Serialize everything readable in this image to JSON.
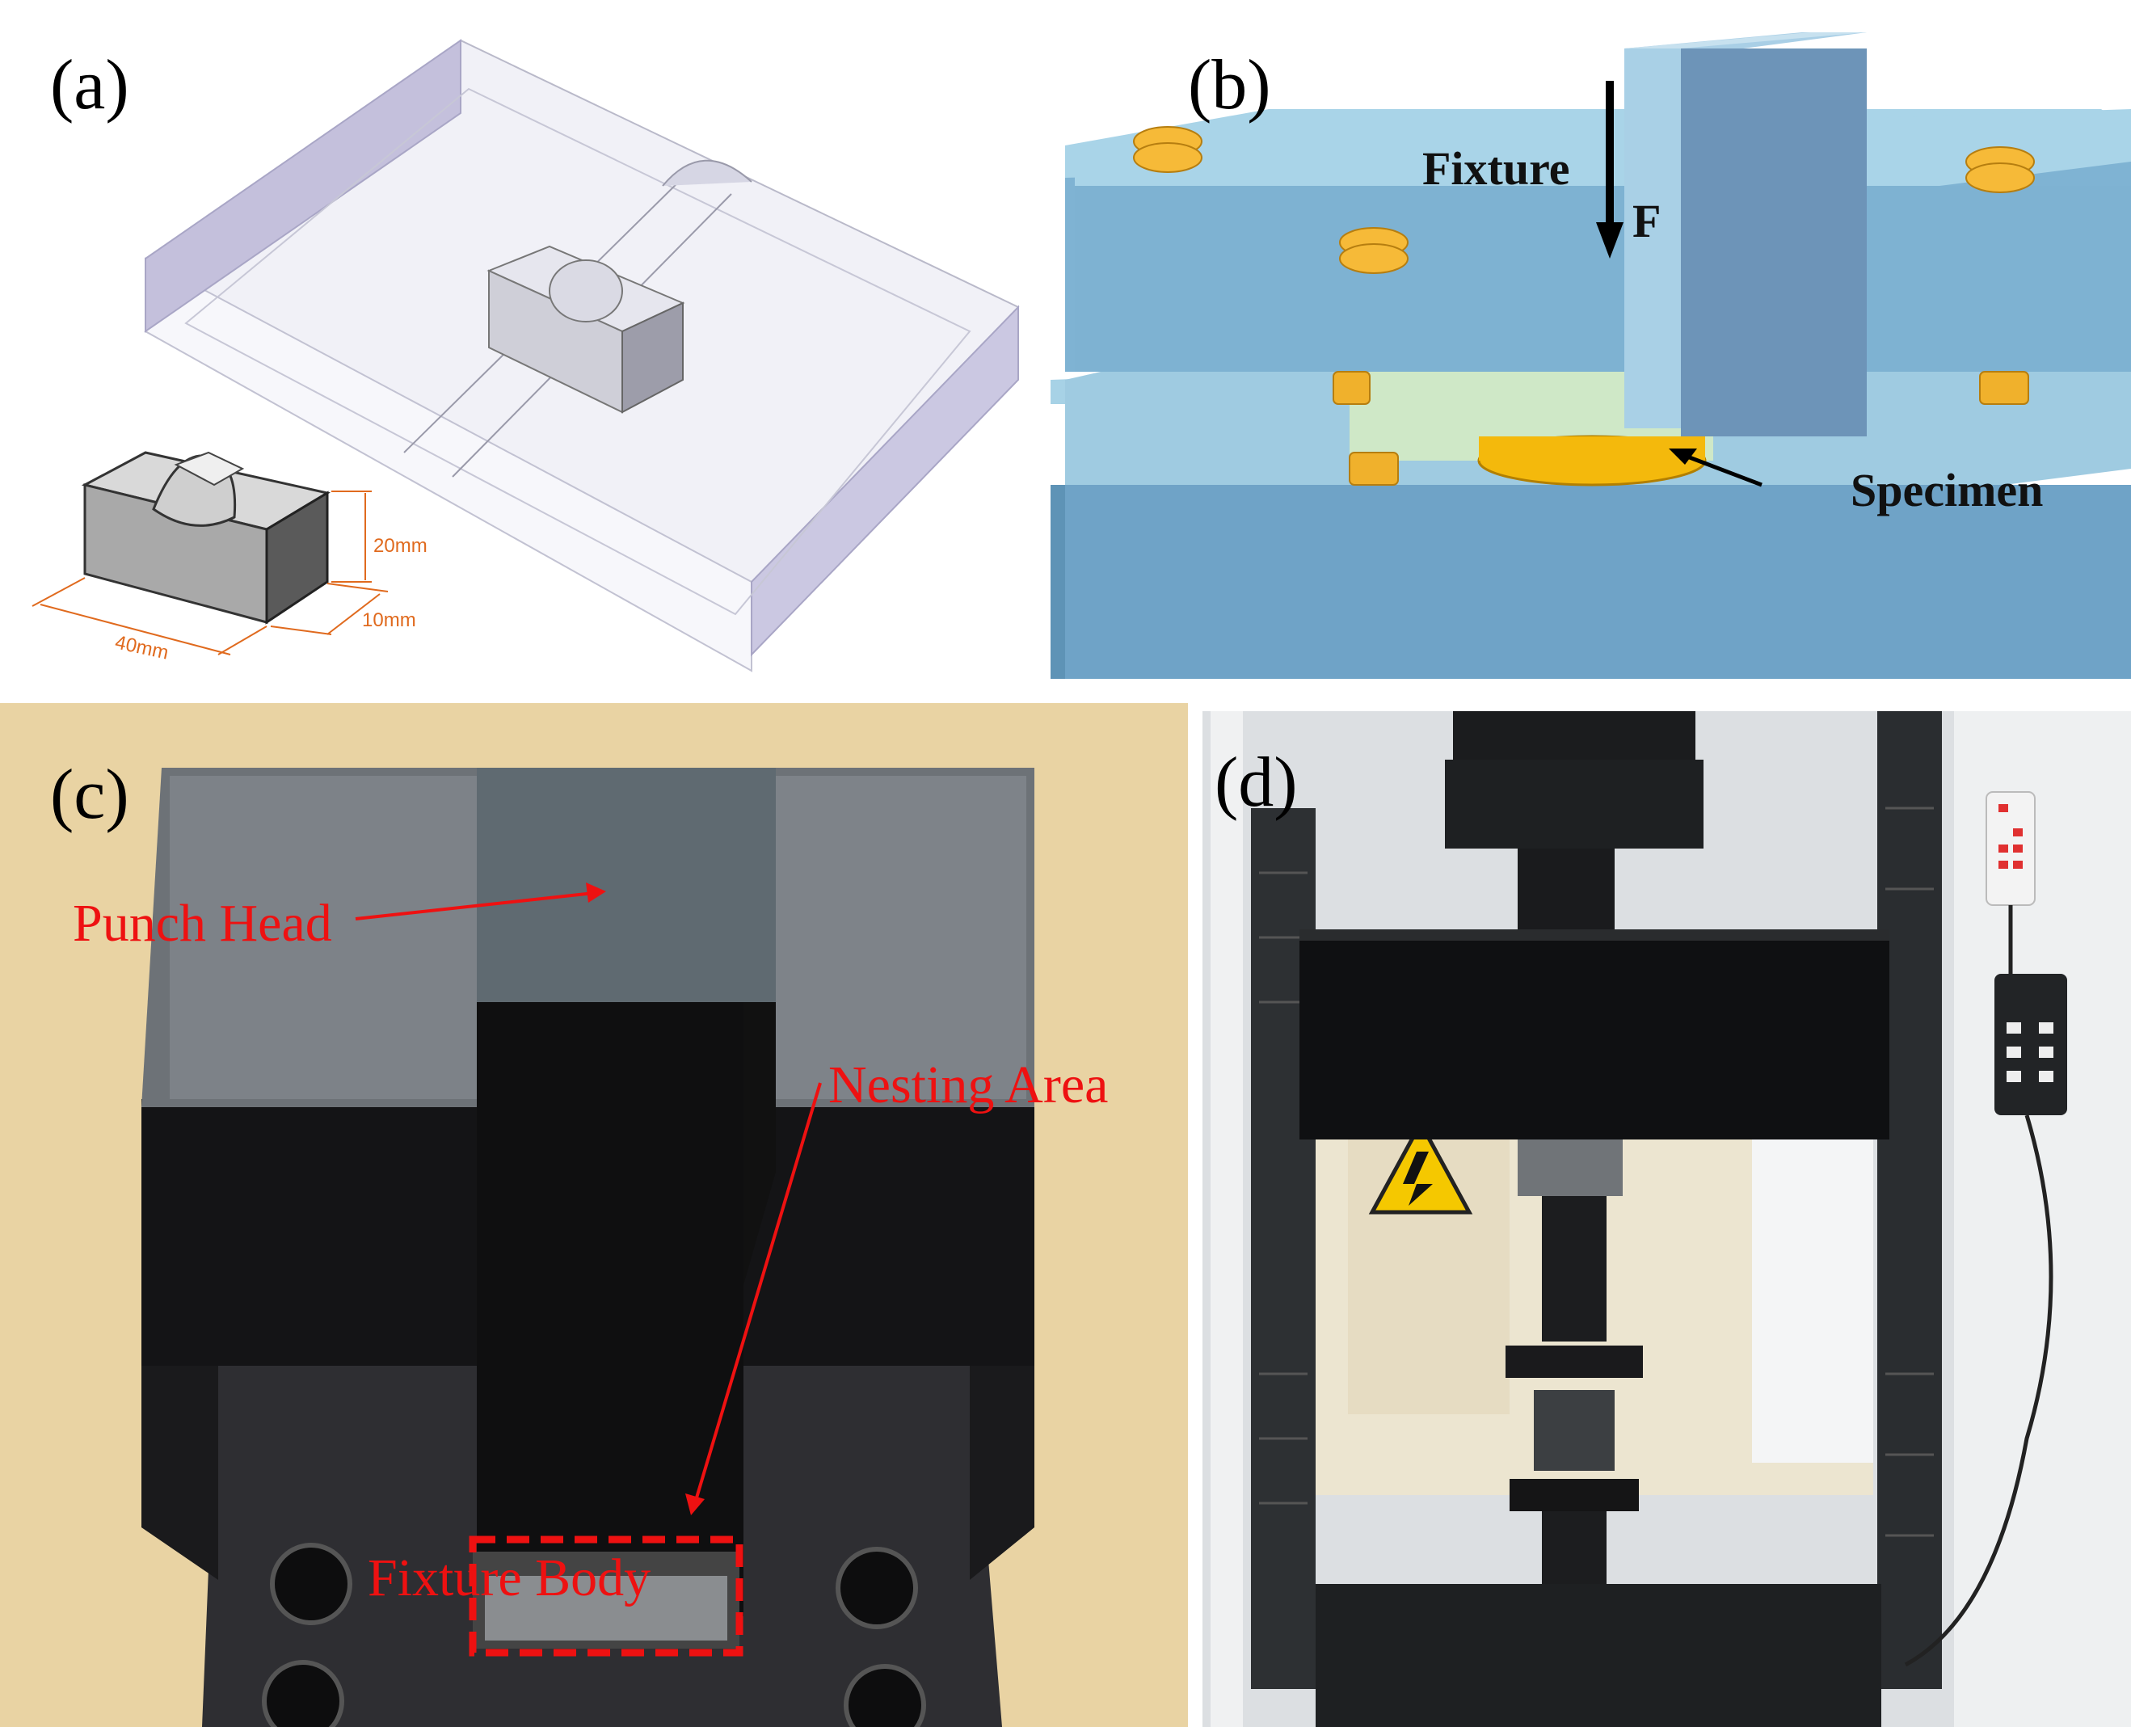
{
  "panels": {
    "a": {
      "tag": "(a)",
      "dims": [
        "20mm",
        "10mm",
        "40mm"
      ]
    },
    "b": {
      "tag": "(b)",
      "labels": {
        "fixture": "Fixture",
        "force": "F",
        "specimen": "Specimen"
      }
    },
    "c": {
      "tag": "(c)",
      "labels": {
        "punch_head": "Punch Head",
        "nesting_area": "Nesting Area",
        "fixture_body": "Fixture Body"
      }
    },
    "d": {
      "tag": "(d)"
    }
  },
  "colors": {
    "annotation_red": "#ee1111",
    "dimension_orange": "#e06a1e",
    "fixture_blue": "#8fc3dc",
    "nut_gold": "#f0b12c"
  }
}
